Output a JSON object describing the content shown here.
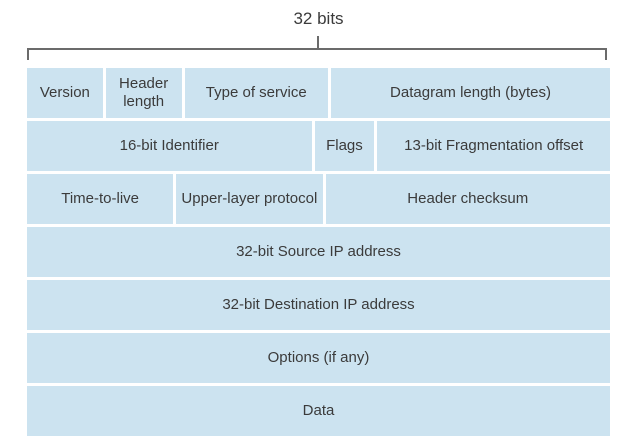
{
  "figure": {
    "bits_label": "32 bits"
  },
  "colors": {
    "background": "#ffffff",
    "cell_fill": "#cce3f0",
    "cell_text": "#3b3b3b",
    "bracket_line": "#6b6b6b"
  },
  "table": {
    "rows": [
      {
        "cells": [
          {
            "id": "version",
            "label": "Version",
            "bits": 4
          },
          {
            "id": "header-length",
            "label": "Header length",
            "bits": 4
          },
          {
            "id": "type-of-service",
            "label": "Type of service",
            "bits": 8
          },
          {
            "id": "datagram-length",
            "label": "Datagram length (bytes)",
            "bits": 16
          }
        ]
      },
      {
        "cells": [
          {
            "id": "identifier",
            "label": "16-bit Identifier",
            "bits": 16
          },
          {
            "id": "flags",
            "label": "Flags",
            "bits": 3
          },
          {
            "id": "fragmentation-offset",
            "label": "13-bit Fragmentation offset",
            "bits": 13
          }
        ]
      },
      {
        "cells": [
          {
            "id": "time-to-live",
            "label": "Time-to-live",
            "bits": 8
          },
          {
            "id": "upper-layer-protocol",
            "label": "Upper-layer protocol",
            "bits": 8
          },
          {
            "id": "header-checksum",
            "label": "Header checksum",
            "bits": 16
          }
        ]
      },
      {
        "cells": [
          {
            "id": "source-ip-address",
            "label": "32-bit Source IP address",
            "bits": 32
          }
        ]
      },
      {
        "cells": [
          {
            "id": "destination-ip-address",
            "label": "32-bit Destination IP address",
            "bits": 32
          }
        ]
      },
      {
        "cells": [
          {
            "id": "options",
            "label": "Options (if any)",
            "bits": 32
          }
        ]
      },
      {
        "cells": [
          {
            "id": "data",
            "label": "Data",
            "bits": 32
          }
        ]
      }
    ]
  }
}
